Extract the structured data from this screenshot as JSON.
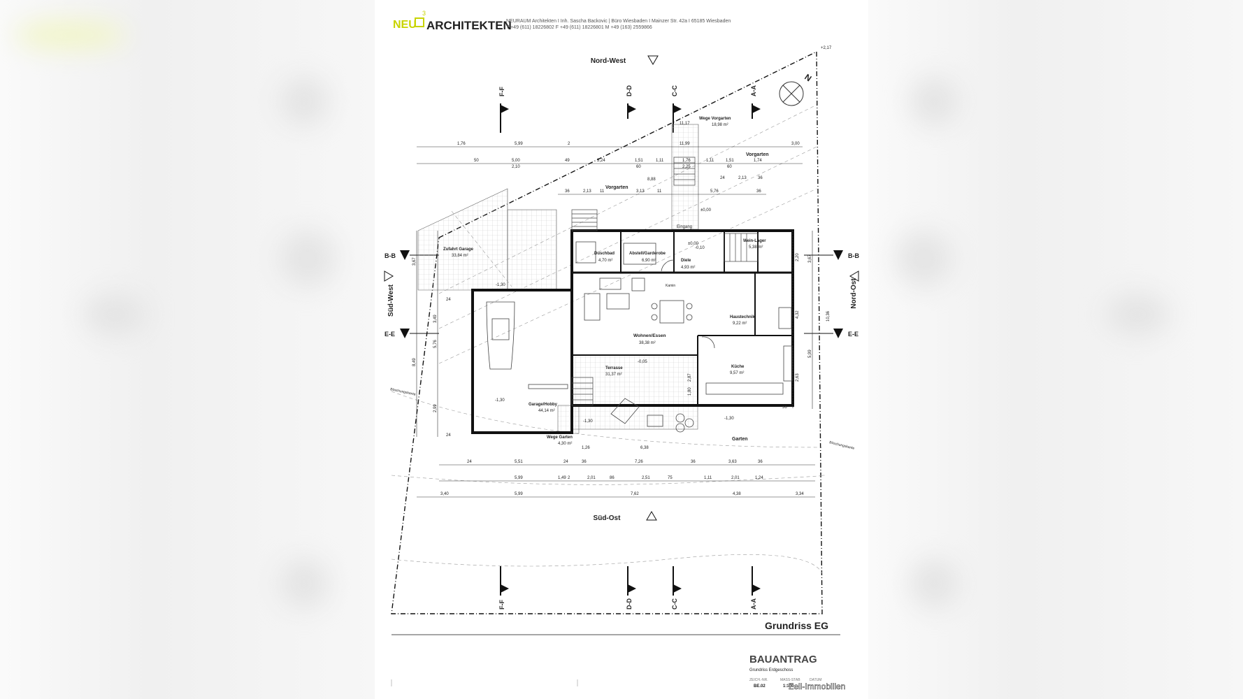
{
  "header": {
    "logo_neu": "NEU",
    "logo_sup": "3",
    "logo_arch": "ARCHITEKTEN",
    "address_line1": "NEURAUM Architekten  I  Inh. Sascha Backovic  |  Büro Wiesbaden  I  Mainzer Str. 42a  I  65185 Wiesbaden",
    "address_line2": "T +49 (611) 18226802  F +49 (611) 18226801  M +49 (163) 2559866"
  },
  "orientation": {
    "north_west": "Nord-West",
    "south_east": "Süd-Ost",
    "south_west": "Süd-West",
    "north_east": "Nord-Ost",
    "north_letter": "N"
  },
  "sections": {
    "ff": "F-F",
    "dd": "D-D",
    "cc": "C-C",
    "aa": "A-A",
    "bb": "B-B",
    "ee": "E-E"
  },
  "rooms": [
    {
      "name": "Wege Vorgarten",
      "area": "18,98 m²"
    },
    {
      "name": "Vorgarten",
      "area": ""
    },
    {
      "name": "Vorgarten",
      "area": ""
    },
    {
      "name": "Zufahrt Garage",
      "area": "33,84 m²"
    },
    {
      "name": "Duschbad",
      "area": "4,70 m²"
    },
    {
      "name": "Abstell/Garderobe",
      "area": "6,90 m²"
    },
    {
      "name": "Diele",
      "area": "4,93 m²"
    },
    {
      "name": "Wein-Lager",
      "area": "5,38 m²"
    },
    {
      "name": "Wohnen/Essen",
      "area": "38,38 m²"
    },
    {
      "name": "Haustechnik",
      "area": "9,22 m²"
    },
    {
      "name": "Terrasse",
      "area": "31,37 m²"
    },
    {
      "name": "Küche",
      "area": "9,57 m²"
    },
    {
      "name": "Garage/Hobby",
      "area": "44,14 m²"
    },
    {
      "name": "Wege Garten",
      "area": "4,30 m²"
    },
    {
      "name": "Garten",
      "area": ""
    }
  ],
  "labels": {
    "eingang": "Eingang",
    "kamin": "Kamin",
    "boeschung1": "Böschungskante",
    "boeschung2": "Böschungskante"
  },
  "levels": [
    "±0,00",
    "±0,00",
    "-0,10",
    "-1,30",
    "-1,30",
    "-1,30",
    "-0,05",
    "-1,30",
    "+2,17"
  ],
  "dimensions": {
    "top1": [
      "1,76",
      "5,99",
      "2",
      "11,99",
      "3,00"
    ],
    "top2": [
      "50",
      "5,00",
      "2,10",
      "49",
      "3,24",
      "1,51",
      "60",
      "1,11",
      "1,76",
      "2,25",
      "1,11",
      "1,51",
      "60",
      "1,74"
    ],
    "top3": [
      "36",
      "2,13",
      "11",
      "3,13",
      "11",
      "5,76",
      "36",
      "24",
      "2,13",
      "36"
    ],
    "bottom1": [
      "24",
      "5,51",
      "24",
      "36",
      "7,26",
      "36",
      "3,63",
      "36"
    ],
    "bottom2": [
      "5,99",
      "2",
      "1,49",
      "2,01",
      "86",
      "2,51",
      "75",
      "1,11",
      "2,01",
      "1,24"
    ],
    "bottom3": [
      "3,40",
      "5,99",
      "7,62",
      "4,38",
      "3,34"
    ],
    "left": [
      "3,67",
      "3,49",
      "5,76",
      "8,49",
      "2,99",
      "24",
      "24"
    ],
    "right": [
      "2,20",
      "3,67",
      "4,32",
      "5,99",
      "2,63",
      "36",
      "10,36"
    ],
    "misc": [
      "6,38",
      "1,26",
      "8,88",
      "11,17",
      "2,87",
      "1,80"
    ]
  },
  "title_block": {
    "plan_title": "Grundriss EG",
    "stage": "BAUANTRAG",
    "subtitle": "Grundriss Erdgeschoss",
    "col1_label": "ZEICH.-NR.",
    "col1_value": "BE.02",
    "col2_label": "MASS-STAB",
    "col2_value": "1:100",
    "col3_label": "DATUM",
    "col3_value": ""
  },
  "watermark": "Zell-Immobilien",
  "colors": {
    "logo_accent": "#c8d400",
    "ink": "#1a1a1a"
  }
}
